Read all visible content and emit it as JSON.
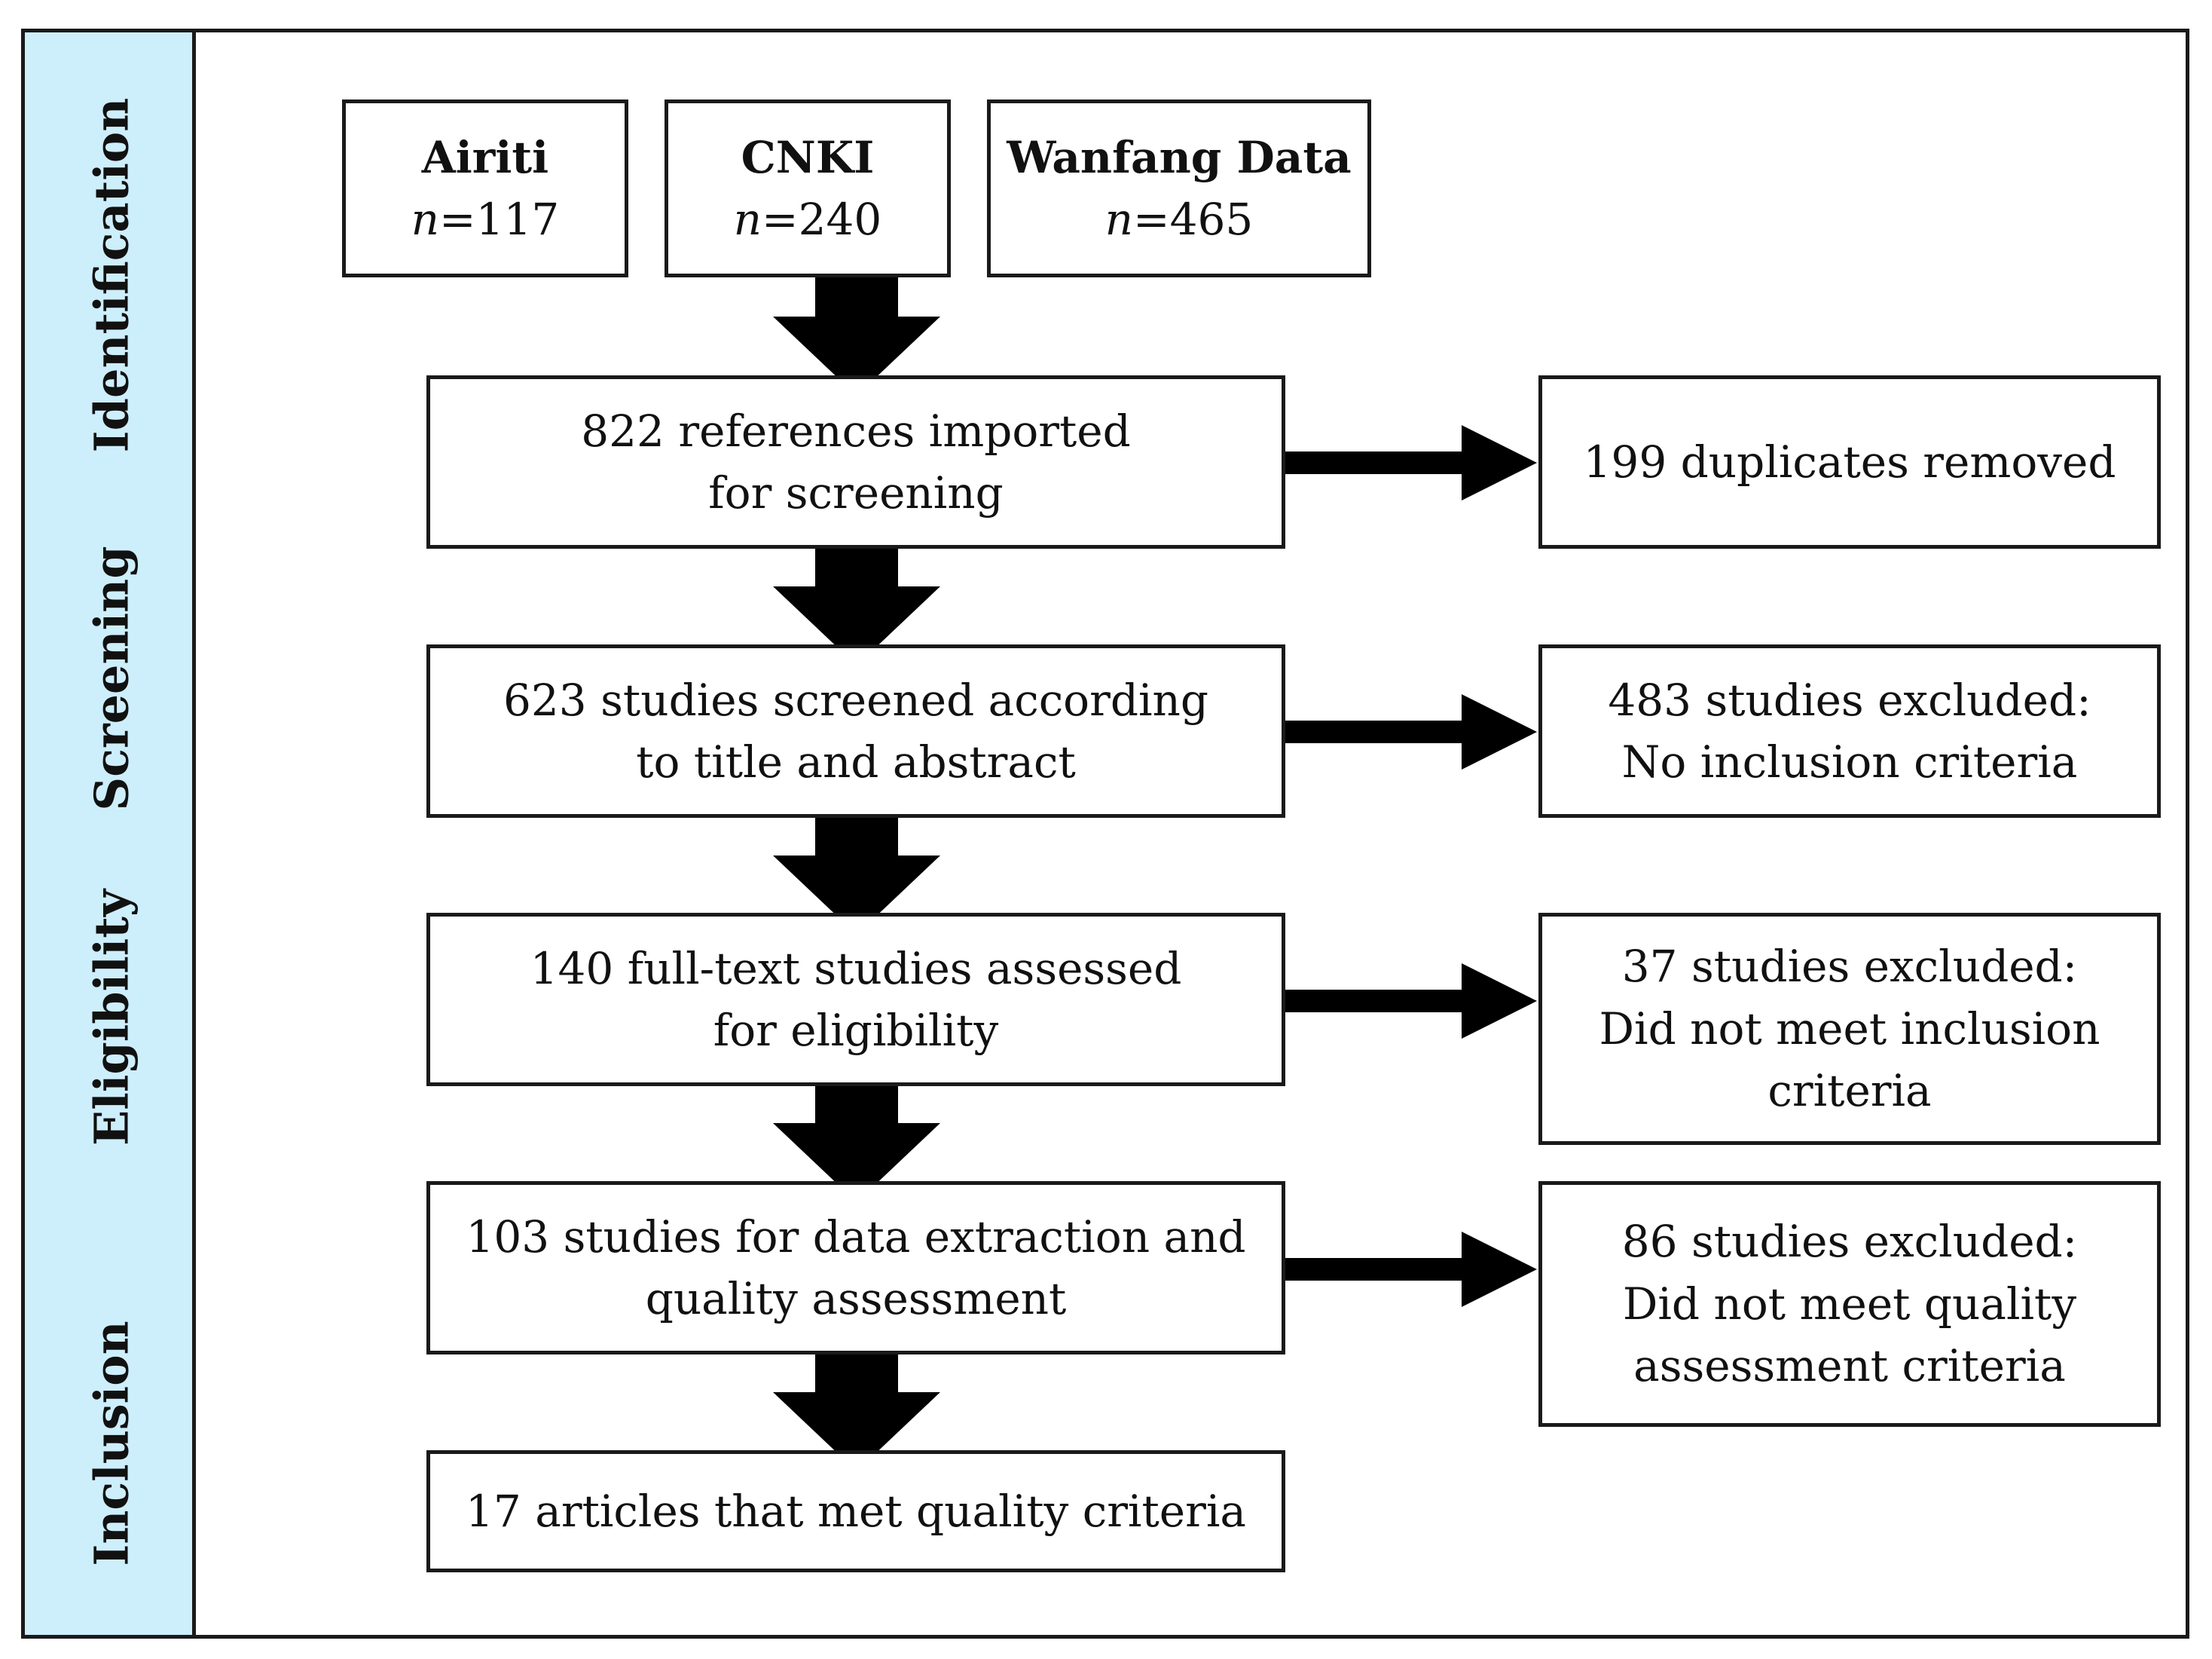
{
  "stages": [
    {
      "id": "identification",
      "label": "Identification"
    },
    {
      "id": "screening",
      "label": "Screening"
    },
    {
      "id": "eligibility",
      "label": "Eligibility"
    },
    {
      "id": "inclusion",
      "label": "Inclusion"
    }
  ],
  "sources": [
    {
      "name": "Airiti",
      "n_prefix": "n",
      "n_value": "=117"
    },
    {
      "name": "CNKI",
      "n_prefix": "n",
      "n_value": "=240"
    },
    {
      "name": "Wanfang Data",
      "n_prefix": "n",
      "n_value": "=465"
    }
  ],
  "steps": [
    {
      "line1": "822 references imported",
      "line2": "for screening"
    },
    {
      "line1": "623 studies screened according",
      "line2": "to title and abstract"
    },
    {
      "line1": "140 full-text studies assessed",
      "line2": "for eligibility"
    },
    {
      "line1": "103 studies for data extraction and",
      "line2": "quality assessment"
    },
    {
      "line1": "17 articles that met quality criteria"
    }
  ],
  "exclusions": [
    {
      "line1": "199 duplicates removed"
    },
    {
      "line1": "483 studies excluded:",
      "line2": "No inclusion criteria"
    },
    {
      "line1": "37 studies excluded:",
      "line2": "Did not meet inclusion",
      "line3": "criteria"
    },
    {
      "line1": "86 studies excluded:",
      "line2": "Did not meet quality",
      "line3": "assessment criteria"
    }
  ],
  "colors": {
    "sidebar": "#cdeefb",
    "border": "#1a1a1a",
    "arrow": "#000000"
  }
}
